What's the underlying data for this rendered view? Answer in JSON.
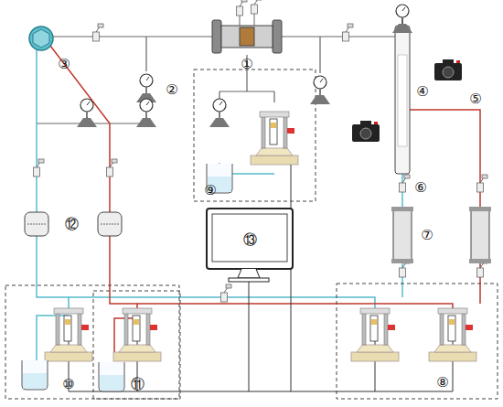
{
  "diagram": {
    "labels": [
      "①",
      "②",
      "③",
      "④",
      "⑤",
      "⑥",
      "⑦",
      "⑧",
      "⑨",
      "⑩",
      "⑪",
      "⑫",
      "⑬"
    ]
  }
}
